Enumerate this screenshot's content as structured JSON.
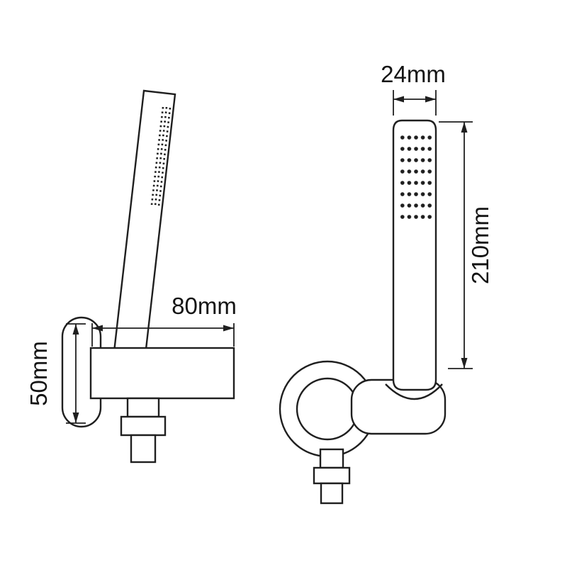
{
  "diagram": {
    "type": "technical-drawing",
    "subject": "handheld-shower-with-wall-bracket",
    "background_color": "#ffffff",
    "line_color": "#1f1f1f",
    "dimensions": {
      "head_width": "24mm",
      "handle_length": "210mm",
      "bracket_depth": "80mm",
      "bracket_height": "50mm"
    }
  }
}
